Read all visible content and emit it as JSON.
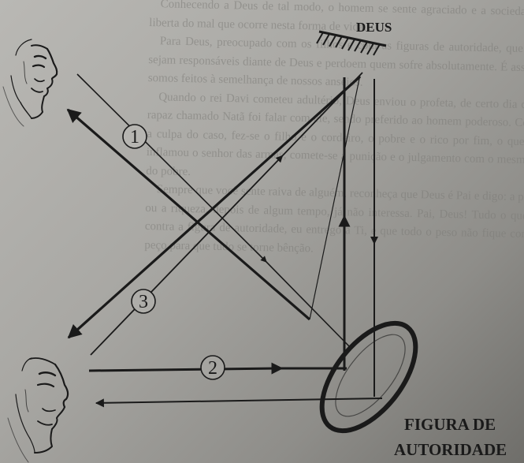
{
  "labels": {
    "deus": "DEUS",
    "figura_line1": "FIGURA DE",
    "figura_line2": "AUTORIDADE"
  },
  "markers": [
    "1",
    "2",
    "3"
  ],
  "background_text": [
    "Conhecendo a Deus de tal modo, o homem se sente agraciado e a sociedade fica liberta do mal que ocorre nesta forma de vida.",
    "Para Deus, preocupado com os filhos e com as figuras de autoridade, que ambos sejam responsáveis diante de Deus e perdoem quem sofre absolutamente. É assim que somos feitos à semelhança de nossos anseios.",
    "Quando o rei Davi cometeu adultério, Deus enviou o profeta, de certo dia que um rapaz chamado Natã foi falar com ele, sendo preferido ao homem poderoso. Conta-se a culpa do caso, fez-se o filho e o cordeiro, o pobre e o rico por fim, o que muito inflamou o senhor das armas, comete-se a punição e o julgamento com o mesmo peso do pobre.",
    "Sempre que você sente raiva de alguém, reconheça que Deus é Pai e digo: a pobreza ou a riqueza, depois de algum tempo, já não interessa. Pai, Deus! Tudo o que sinto contra a figura de autoridade, eu entrego a Ti, e que todo o peso não fique comigo e peço para que tudo se torne bênção."
  ],
  "colors": {
    "ink": "#1a1a1a",
    "paper": "#b9b8b4",
    "ghost_text": "#7c7b77"
  }
}
